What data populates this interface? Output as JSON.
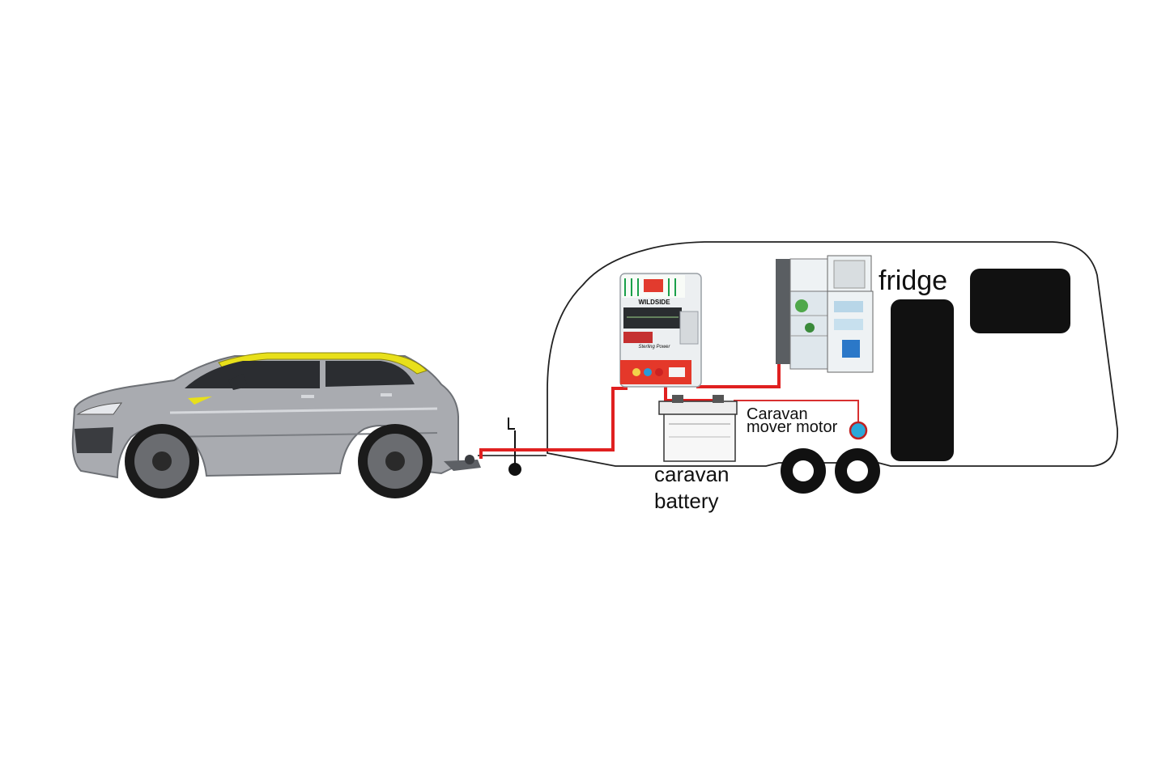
{
  "labels": {
    "fridge": "fridge",
    "mover_line1": "Caravan",
    "mover_line2": "mover motor",
    "battery_line1": "caravan",
    "battery_line2": "battery",
    "charger_brand": "WILDSIDE",
    "charger_sub": "Sterling Power"
  },
  "colors": {
    "wire": "#e02020",
    "wire_thin": "#d83030",
    "car_body": "#a9abb0",
    "car_roof_accent": "#e8e01a",
    "caravan_outline": "#222222",
    "window_fill": "#111111",
    "mover_motor": "#2aa8d8",
    "fridge_body": "#5a5e62"
  },
  "components": {
    "car": "car-icon",
    "tow_hitch": "tow-hitch-icon",
    "jockey_wheel": "jockey-wheel-icon",
    "charger": "battery-charger-icon",
    "fridge": "fridge-icon",
    "battery": "battery-icon",
    "mover_motor": "mover-motor-icon",
    "wheels": "wheel-icon"
  }
}
